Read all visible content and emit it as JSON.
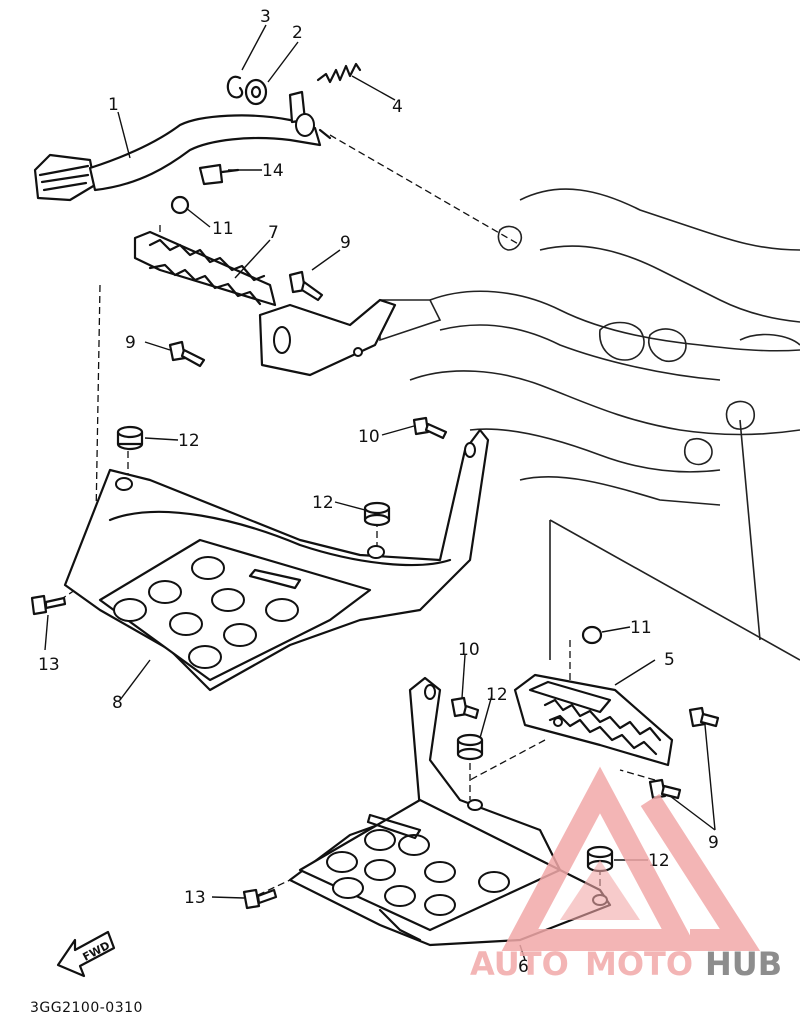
{
  "diagram_code": "3GG2100-0310",
  "direction_arrow": "FWD",
  "watermark": {
    "part1": "AUTO",
    "part2": "MOTO",
    "part3": "HUB",
    "color_main": "#f2a9a9",
    "color_hub": "#7a7a7a"
  },
  "callouts": {
    "c1": "1",
    "c2": "2",
    "c3": "3",
    "c4": "4",
    "c5": "5",
    "c6": "6",
    "c7": "7",
    "c8": "8",
    "c9a": "9",
    "c9b": "9",
    "c9c": "9",
    "c10a": "10",
    "c10b": "10",
    "c11a": "11",
    "c11b": "11",
    "c12a": "12",
    "c12b": "12",
    "c12c": "12",
    "c12d": "12",
    "c13a": "13",
    "c13b": "13",
    "c14": "14"
  },
  "colors": {
    "line": "#111111",
    "background": "#ffffff"
  }
}
